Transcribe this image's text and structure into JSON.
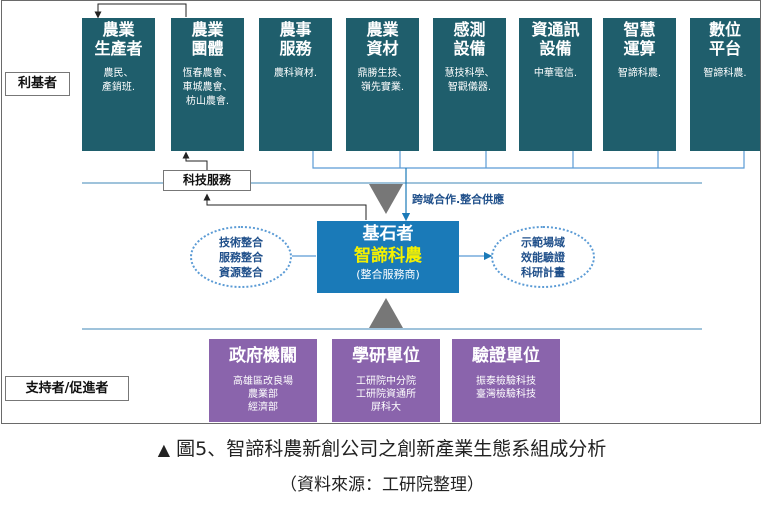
{
  "stakeholders_label": "利基者",
  "supporters_label": "支持者/促進者",
  "stakeholders": [
    {
      "title": "農業\n生產者",
      "detail": "農民、\n產銷班."
    },
    {
      "title": "農業\n團體",
      "detail": "恆春農會、\n車城農會、\n枋山農會."
    },
    {
      "title": "農事\n服務",
      "detail": "農科資材."
    },
    {
      "title": "農業\n資材",
      "detail": "鼎勝生技、\n嶺先實業."
    },
    {
      "title": "感測\n設備",
      "detail": "慧技科學、\n智觀儀器."
    },
    {
      "title": "資通訊\n設備",
      "detail": "中華電信."
    },
    {
      "title": "智慧\n運算",
      "detail": "智諦科農."
    },
    {
      "title": "數位\n平台",
      "detail": "智諦科農."
    }
  ],
  "tech_service_label": "科技服務",
  "cross_domain_label": "跨域合作.整合供應",
  "center": {
    "line1": "基石者",
    "line2": "智諦科農",
    "line3": "(整合服務商)"
  },
  "left_ellipse": "技術整合\n服務整合\n資源整合",
  "right_ellipse": "示範場域\n效能驗證\n科研計畫",
  "supporters": [
    {
      "title": "政府機關",
      "detail": "高雄區改良場\n農業部\n經濟部"
    },
    {
      "title": "學研單位",
      "detail": "工研院中分院\n工研院資通所\n屏科大"
    },
    {
      "title": "驗證單位",
      "detail": "振泰檢驗科技\n臺灣檢驗科技"
    }
  ],
  "caption_marker": "▲",
  "caption": "圖5、智諦科農新創公司之創新產業生態系組成分析",
  "source": "（資料來源：工研院整理）"
}
